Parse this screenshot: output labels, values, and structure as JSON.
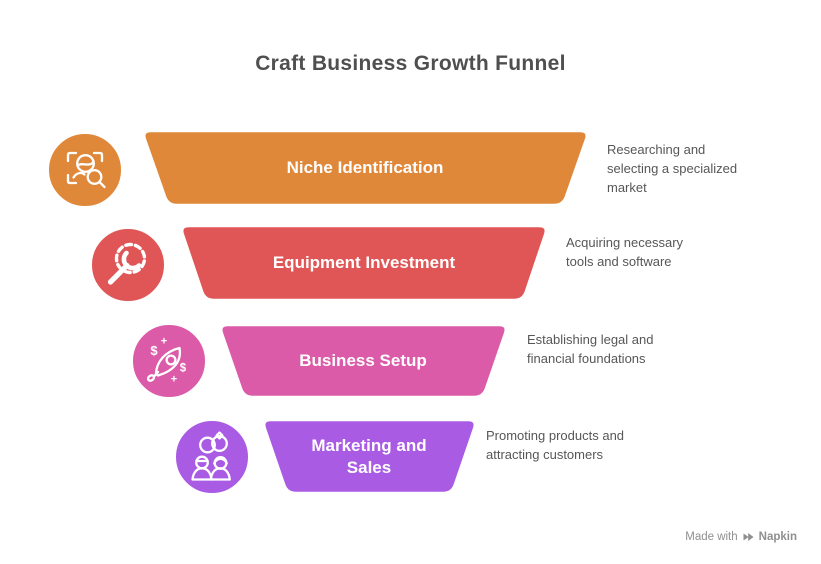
{
  "title": "Craft Business Growth Funnel",
  "stages": [
    {
      "label": "Niche Identification",
      "description": "Researching and\nselecting a specialized\nmarket",
      "color": "#E0883A"
    },
    {
      "label": "Equipment Investment",
      "description": "Acquiring necessary\ntools and software",
      "color": "#E05656"
    },
    {
      "label": "Business Setup",
      "description": "Establishing legal and\nfinancial foundations",
      "color": "#DB5BA9"
    },
    {
      "label": "Marketing and\nSales",
      "description": "Promoting products and\nattracting customers",
      "color": "#AA5BE4"
    }
  ],
  "icons": {
    "dollar_glyph": "$",
    "plus_glyph": "+"
  },
  "watermark": {
    "prefix": "Made with",
    "brand": "Napkin"
  },
  "colors": {
    "title_text": "#4F4F4F",
    "description_text": "#575757",
    "stage_label_text": "#FFFFFF",
    "watermark_text": "#8F8F8F"
  }
}
